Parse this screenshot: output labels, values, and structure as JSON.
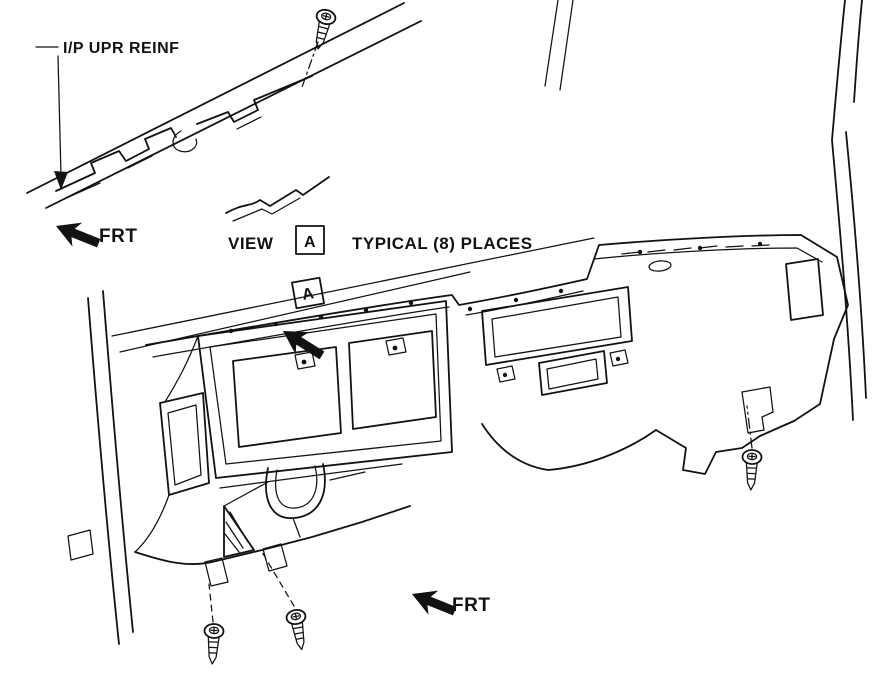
{
  "colors": {
    "ink": "#121212",
    "paper": "#ffffff"
  },
  "labels": {
    "reinf": "I/P UPR REINF",
    "frt_upper": "FRT",
    "frt_lower": "FRT",
    "view": "VIEW",
    "view_letter": "A",
    "typical": "TYPICAL (8) PLACES",
    "callout_letter": "A"
  }
}
